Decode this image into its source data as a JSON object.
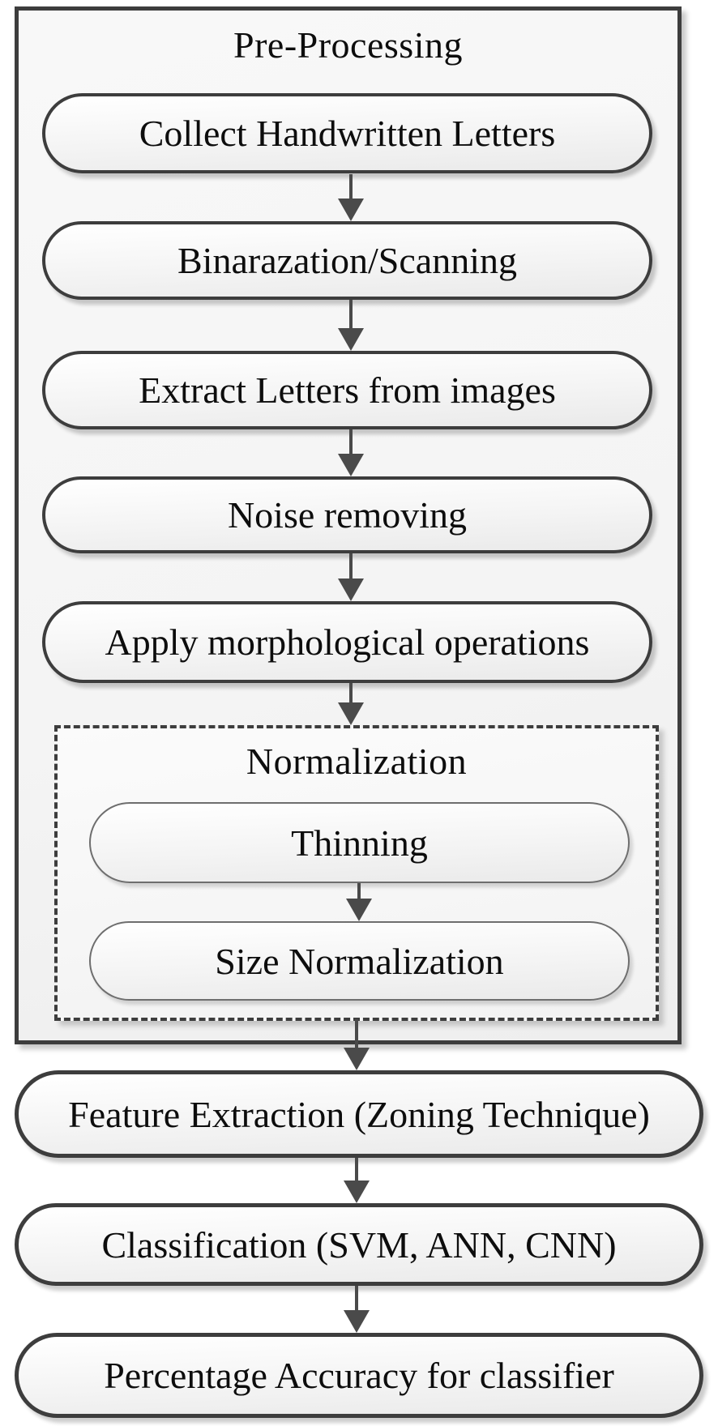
{
  "diagram": {
    "preprocessing": {
      "title": "Pre-Processing",
      "steps": [
        "Collect Handwritten Letters",
        "Binarazation/Scanning",
        "Extract Letters from images",
        "Noise removing",
        "Apply morphological operations"
      ],
      "normalization": {
        "title": "Normalization",
        "steps": [
          "Thinning",
          "Size Normalization"
        ]
      }
    },
    "post_steps": [
      "Feature Extraction (Zoning Technique)",
      "Classification (SVM, ANN, CNN)",
      "Percentage Accuracy for classifier"
    ],
    "colors": {
      "border": "#3d3d3d",
      "arrow": "#4a4a4a",
      "box_fill_top": "#ffffff",
      "box_fill_bottom": "#eaeaea",
      "panel_fill": "#f4f4f4"
    }
  }
}
